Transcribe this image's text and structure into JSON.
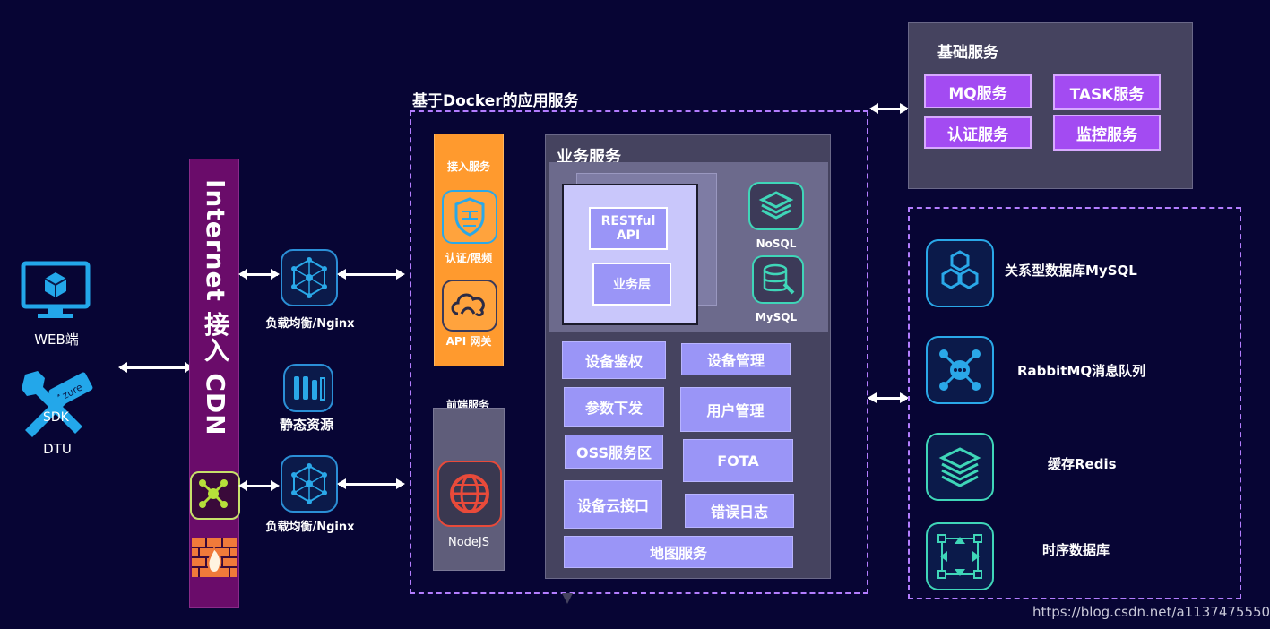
{
  "client": {
    "web_label": "WEB端",
    "dtu_label": "DTU",
    "sdk_text": "SDK",
    "azure_text": "Azure"
  },
  "cdn": {
    "label": "Internet 接入 CDN"
  },
  "nginx": {
    "top_label": "负载均衡/Nginx",
    "bottom_label": "负载均衡/Nginx",
    "static_label": "静态资源"
  },
  "docker": {
    "title": "基于Docker的应用服务",
    "access": {
      "title": "接入服务",
      "auth_label": "认证/限频",
      "gateway_label": "API 网关"
    },
    "frontend": {
      "title": "前端服务",
      "node_label": "NodeJS"
    },
    "business": {
      "title": "业务服务",
      "restful_label": "RESTful\nAPI",
      "layer_label": "业务层",
      "nosql_label": "NoSQL",
      "mysql_label": "MySQL",
      "services": {
        "s1": "设备鉴权",
        "s2": "设备管理",
        "s3": "参数下发",
        "s4": "用户管理",
        "s5": "OSS服务区",
        "s6": "FOTA",
        "s7": "设备云接口",
        "s8": "错误日志",
        "s9": "地图服务"
      }
    }
  },
  "base": {
    "title": "基础服务",
    "mq": "MQ服务",
    "task": "TASK服务",
    "auth": "认证服务",
    "monitor": "监控服务"
  },
  "storage": {
    "mysql": "关系型数据库MySQL",
    "rabbit": "RabbitMQ消息队列",
    "redis": "缓存Redis",
    "tsdb": "时序数据库"
  },
  "watermark": "https://blog.csdn.net/a1137475550",
  "colors": {
    "background": "#070534",
    "cdn_bar": "#6a0c6a",
    "access_panel": "#ff9a2e",
    "business_panel": "#45435f",
    "service_box": "#9a95f7",
    "base_button": "#a34bf2",
    "dashed_border": "#b37dff",
    "teal_icon": "#3fd6b8",
    "blue_icon": "#2aa8e8"
  }
}
